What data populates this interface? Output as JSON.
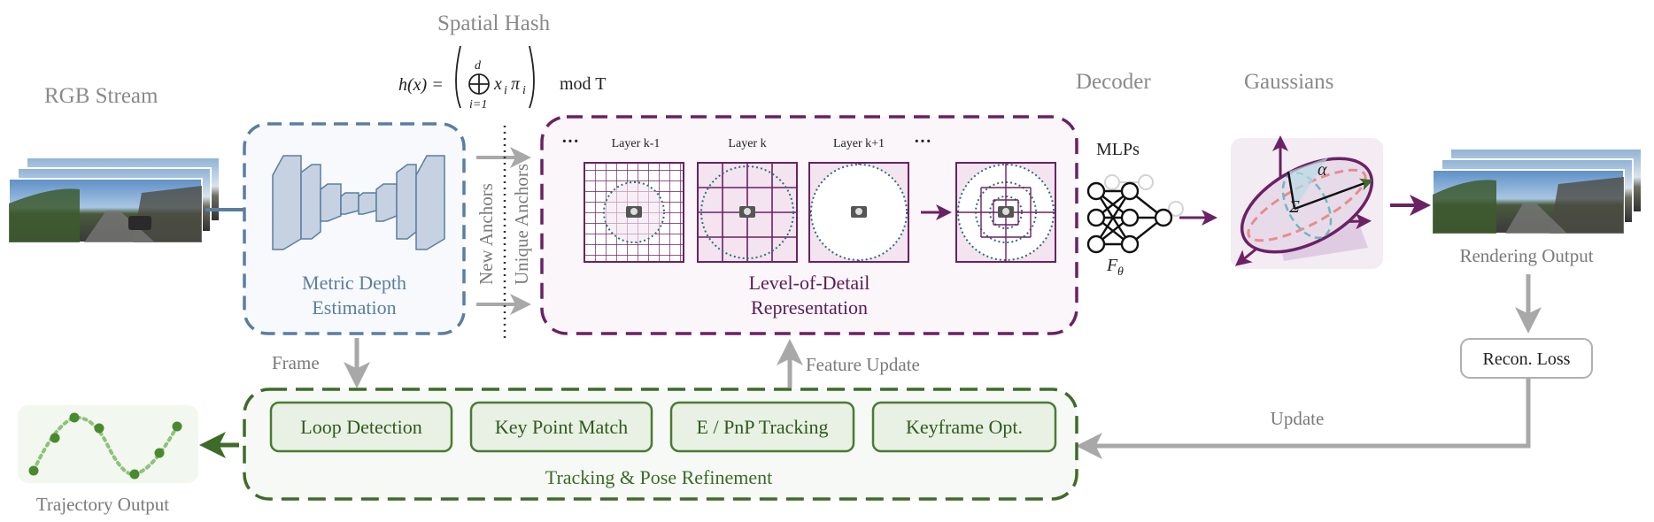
{
  "labels": {
    "rgb_stream": "RGB Stream",
    "spatial_hash": "Spatial Hash",
    "formula_lhs": "h(x) =",
    "formula_sup": "d",
    "formula_sub": "i=1",
    "formula_term": "x",
    "formula_pi": "π",
    "formula_i": "i",
    "formula_mod": "mod T",
    "decoder": "Decoder",
    "gaussians": "Gaussians",
    "new_anchors": "New Anchors",
    "unique_anchors": "Unique Anchors",
    "metric_depth_1": "Metric Depth",
    "metric_depth_2": "Estimation",
    "frame": "Frame",
    "lod_1": "Level-of-Detail",
    "lod_2": "Representation",
    "layer_km1": "Layer k-1",
    "layer_k": "Layer k",
    "layer_kp1": "Layer k+1",
    "ellipsis": "···",
    "mlps": "MLPs",
    "f_theta": "F",
    "theta": "θ",
    "alpha": "α",
    "sigma": "Σ",
    "rendering_output": "Rendering Output",
    "recon_loss": "Recon. Loss",
    "update": "Update",
    "feature_update": "Feature Update",
    "tracking": "Tracking & Pose Refinement",
    "trajectory_output": "Trajectory Output"
  },
  "tracking_buttons": [
    "Loop Detection",
    "Key Point Match",
    "E / PnP Tracking",
    "Keyframe Opt."
  ],
  "colors": {
    "blue": "#5b7ea0",
    "purple": "#6b2163",
    "green": "#4a7a34",
    "gray": "#a8a8a8"
  }
}
